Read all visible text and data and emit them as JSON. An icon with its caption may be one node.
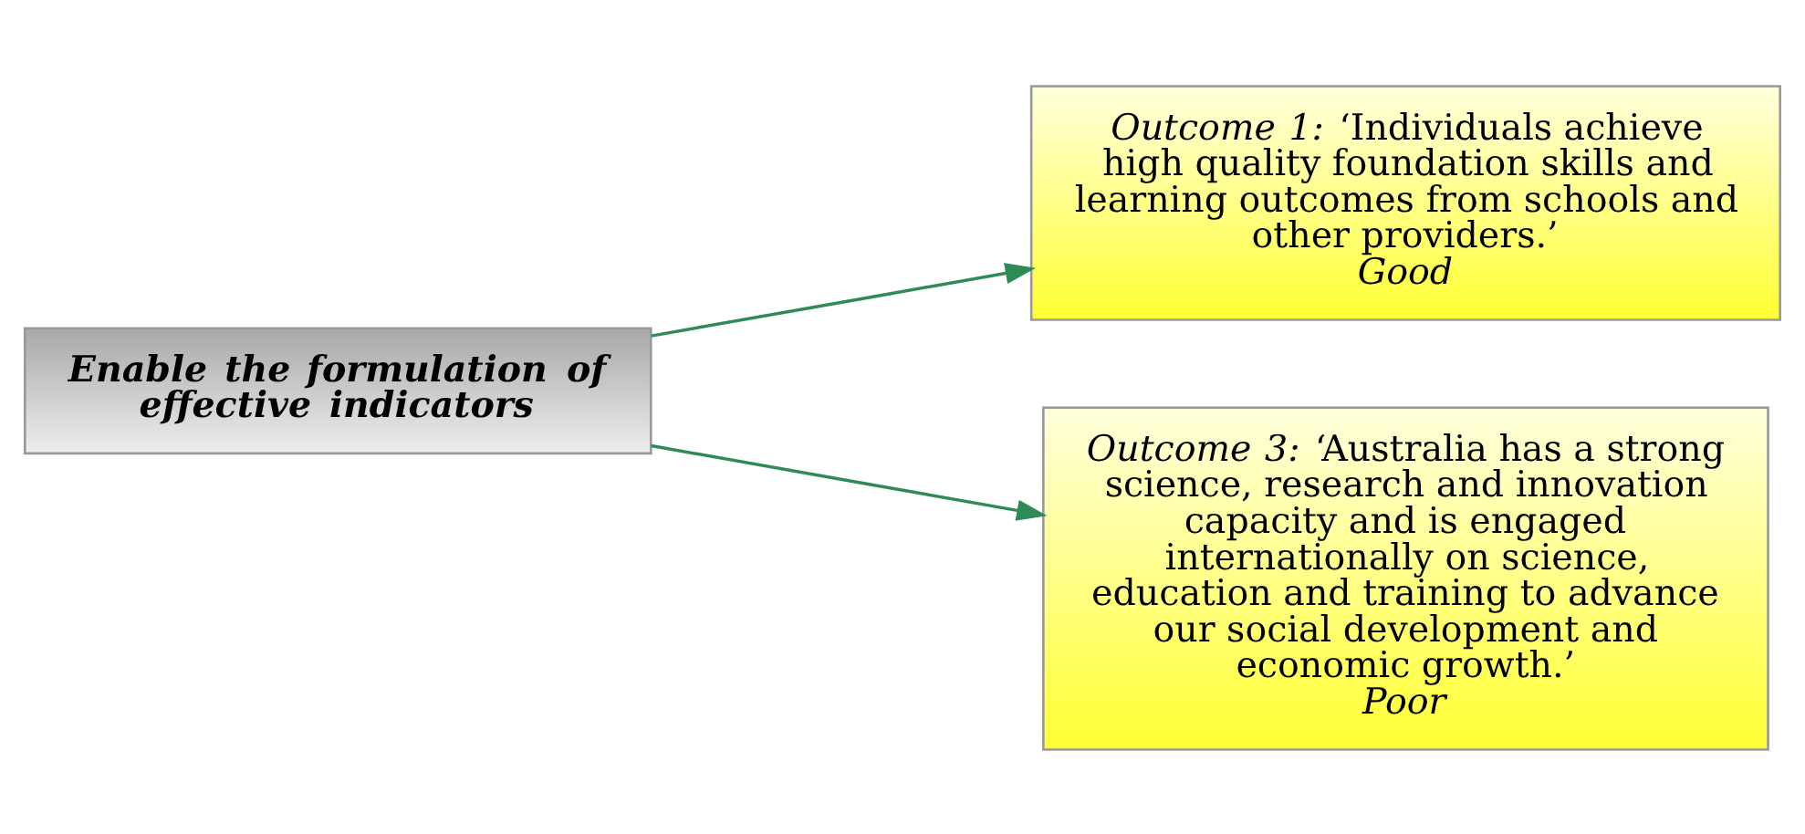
{
  "diagram": {
    "nodes": [
      {
        "text": [
          "Enable the formulation of effective indicators"
        ]
      },
      {
        "text": [
          "*Outcome 1:* ‘Individuals achieve high quality foundation skills and learning outcomes from schools and other providers.’",
          "Good"
        ]
      },
      {
        "text": [
          "*Outcome 3:* ‘Australia has a strong science, research and innovation capacity and is engaged internationally on science, education and training to advance our social development and economic growth.’",
          "Poor"
        ]
      }
    ],
    "edges": [
      {
        "from": 0,
        "to": 1,
        "arrow": "to"
      },
      {
        "from": 0,
        "to": 2,
        "arrow": "to"
      }
    ]
  }
}
